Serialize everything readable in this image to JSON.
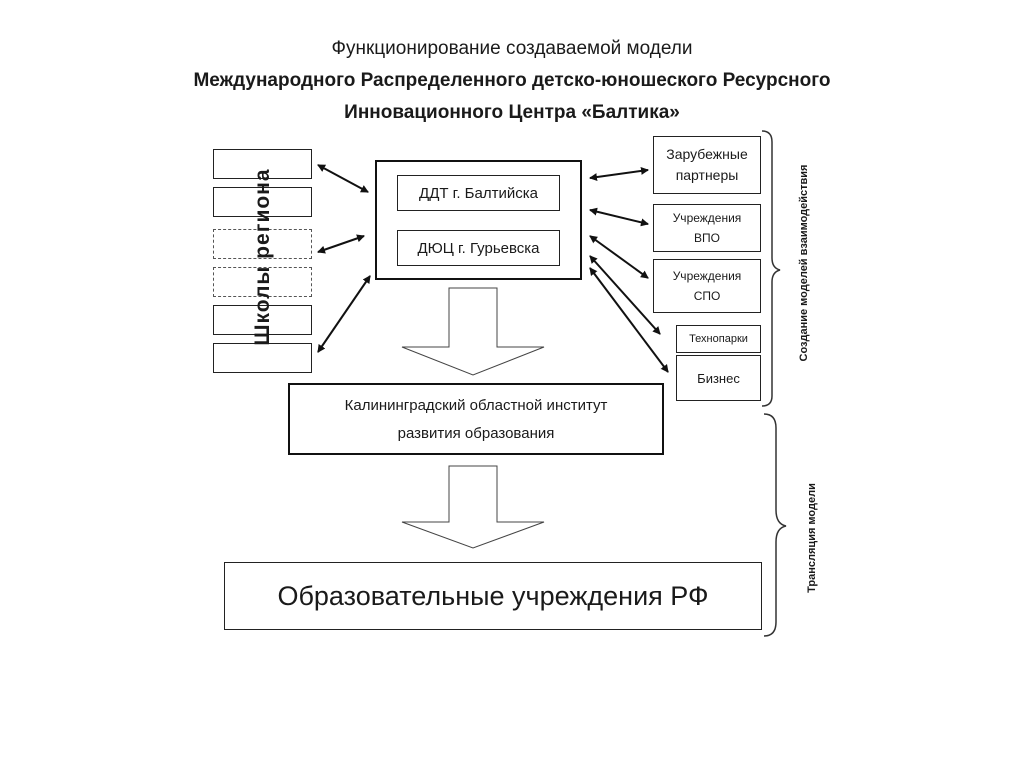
{
  "title": {
    "line1": "Функционирование создаваемой модели",
    "line2": "Международного Распределенного детско-юношеского Ресурсного",
    "line3": "Инновационного Центра «Балтика»"
  },
  "left_group": {
    "label": "Школы  региона"
  },
  "center": {
    "item1": "ДДТ г. Балтийска",
    "item2": "ДЮЦ г. Гурьевска"
  },
  "right_boxes": {
    "foreign": "Зарубежные партнеры",
    "vpo": "Учреждения ВПО",
    "spo": "Учреждения СПО",
    "techparks": "Технопарки",
    "business": "Бизнес"
  },
  "institute": {
    "line1": "Калининградский областной институт",
    "line2": "развития образования"
  },
  "bottom": {
    "label": "Образовательные учреждения РФ"
  },
  "brace_labels": {
    "upper": "Создание  моделей  взаимодействия",
    "lower": "Трансляция  модели"
  }
}
